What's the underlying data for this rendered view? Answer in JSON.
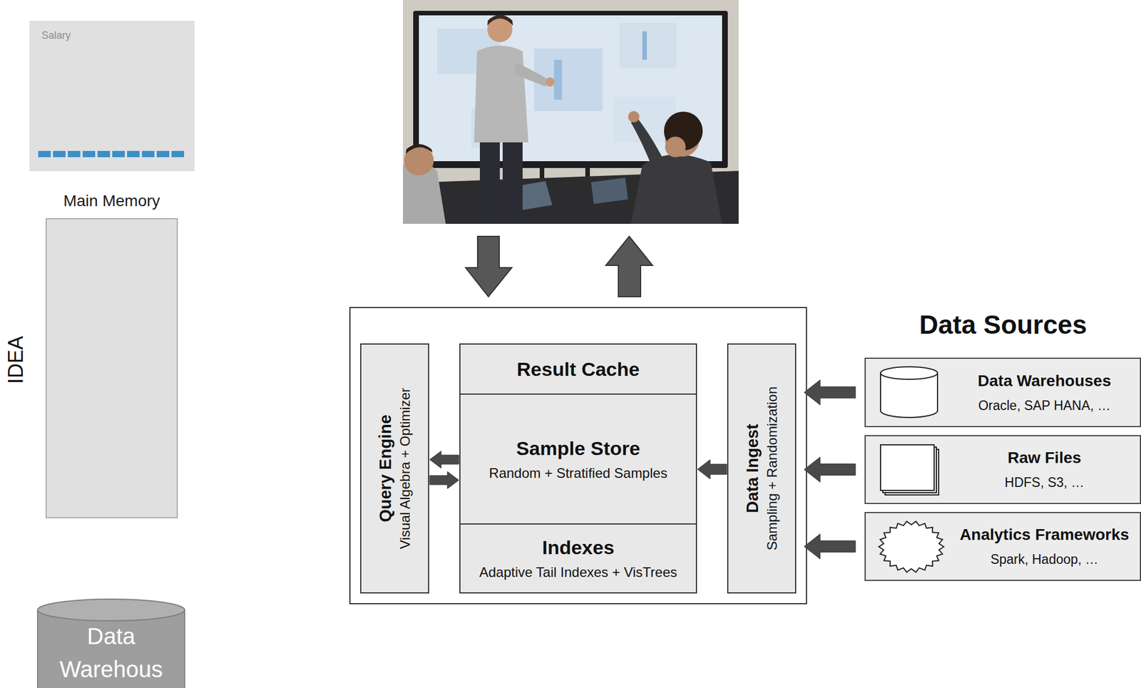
{
  "diagram": {
    "nodes": [
      {
        "text": [
          "Salary"
        ]
      },
      {
        "text": [
          "Main Memory"
        ]
      },
      {
        "text": [
          "Data Warehous"
        ]
      },
      {
        "text": [
          "Query Engine",
          "Visual Algebra + Optimizer"
        ]
      },
      {
        "text": [
          "Result Cache"
        ]
      },
      {
        "text": [
          "Sample Store",
          "Random + Stratified Samples"
        ]
      },
      {
        "text": [
          "Indexes",
          "Adaptive Tail Indexes + VisTrees"
        ]
      },
      {
        "text": [
          "Data Ingest",
          "Sampling + Randomization"
        ]
      },
      {
        "text": [
          "Data Warehouses",
          "Oracle, SAP HANA, …"
        ]
      },
      {
        "text": [
          "Raw Files",
          "HDFS, S3, …"
        ]
      },
      {
        "text": [
          "Analytics Frameworks",
          "Spark, Hadoop, …"
        ]
      }
    ],
    "edges": [
      {
        "from": 8,
        "to": 7,
        "arrow": "to"
      },
      {
        "from": 9,
        "to": 7,
        "arrow": "to"
      },
      {
        "from": 10,
        "to": 7,
        "arrow": "to"
      },
      {
        "from": 7,
        "to": 5,
        "arrow": "to"
      },
      {
        "from": 5,
        "to": 3,
        "arrow": "to"
      },
      {
        "from": 3,
        "to": 5,
        "arrow": "to"
      }
    ],
    "labels": [
      "IDEA",
      "Data Sources"
    ]
  }
}
